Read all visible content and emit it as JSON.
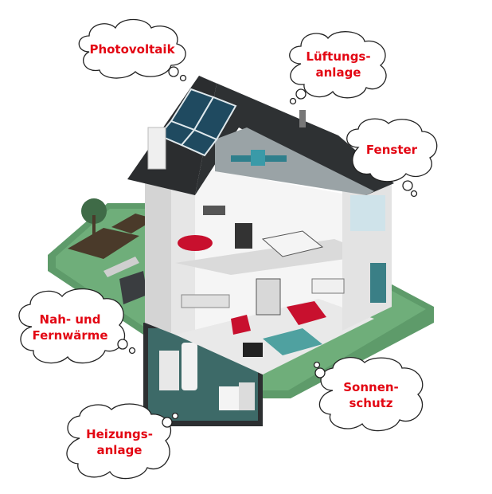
{
  "colors": {
    "label_red": "#e30613",
    "cloud_stroke": "#222222",
    "roof": "#2b2d2f",
    "solar_panel": "#1f4a60",
    "ground": "#5e9b6a",
    "wall": "#efefef",
    "accent_red": "#c8102e",
    "teal": "#3a7f86"
  },
  "labels": {
    "photovoltaik": "Photovoltaik",
    "lueftung": "Lüftungs-\nanlage",
    "fenster": "Fenster",
    "fernwaerme": "Nah- und\nFernwärme",
    "sonnenschutz": "Sonnen-\nschutz",
    "heizung": "Heizungs-\nanlage"
  }
}
